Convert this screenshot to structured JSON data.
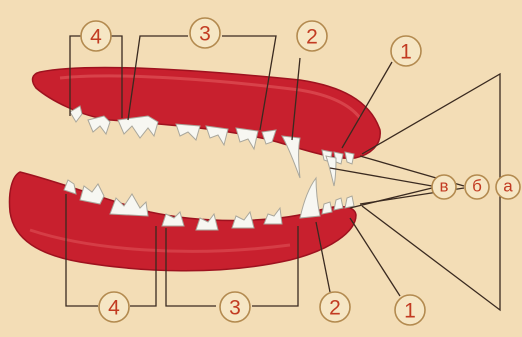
{
  "colors": {
    "background": "#f3ddb6",
    "gum": "#c8202e",
    "gum_shade": "#9e121f",
    "tooth": "#f7f7f2",
    "label_text": "#c23b22",
    "leader_line": "#3a2a20"
  },
  "labels": {
    "upper_molars": "4",
    "upper_premolars": "3",
    "upper_canine": "2",
    "upper_incisors": "1",
    "lower_molars": "4",
    "lower_premolars": "3",
    "lower_canine": "2",
    "lower_incisors": "1",
    "incisor_row_v": "в",
    "incisor_row_b": "б",
    "incisor_row_a": "а"
  }
}
